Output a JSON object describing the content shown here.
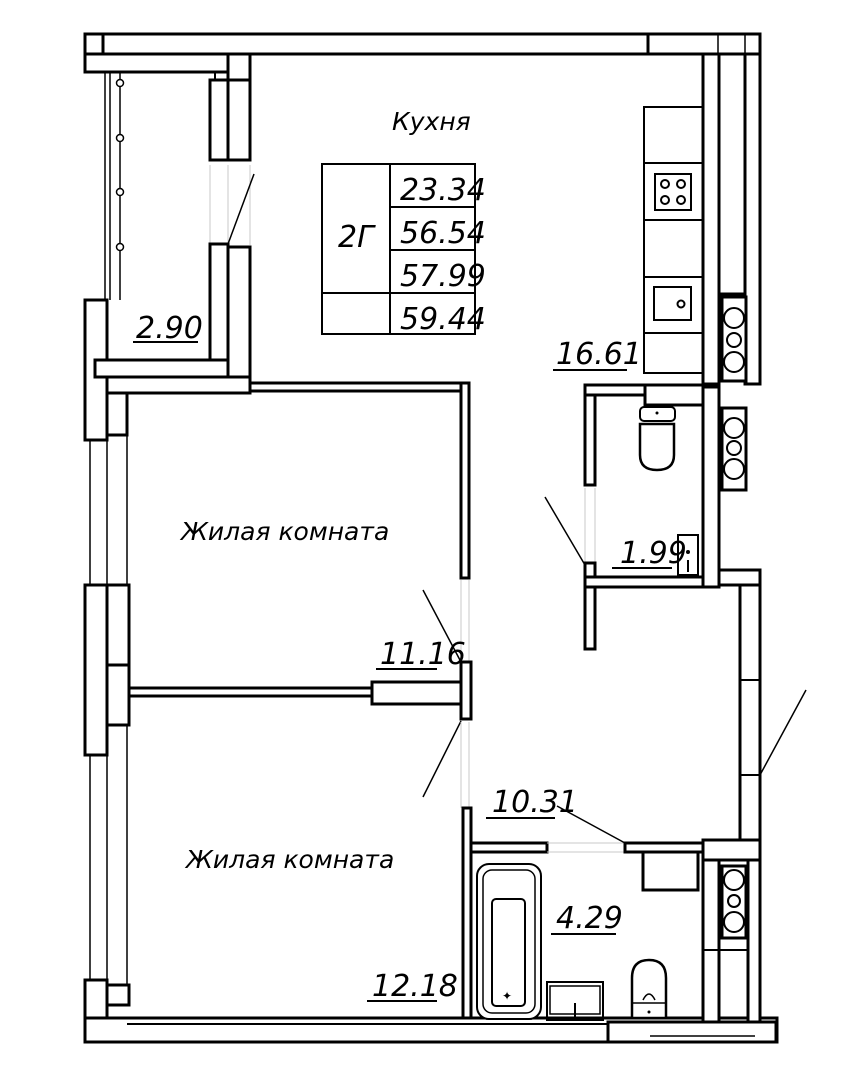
{
  "plan": {
    "apartment_type": "2Г",
    "area_table": [
      "23.34",
      "56.54",
      "57.99",
      "59.44"
    ],
    "rooms": {
      "kitchen": {
        "name": "Кухня",
        "area": "16.61"
      },
      "balcony": {
        "area": "2.90"
      },
      "living_room_1": {
        "name": "Жилая комната",
        "area": "11.16"
      },
      "living_room_2": {
        "name": "Жилая комната",
        "area": "12.18"
      },
      "hallway": {
        "area": "10.31"
      },
      "wc": {
        "area": "1.99"
      },
      "bathroom": {
        "area": "4.29"
      }
    },
    "colors": {
      "line": "#000000",
      "window": "#c8c8c8",
      "background": "#ffffff"
    }
  }
}
